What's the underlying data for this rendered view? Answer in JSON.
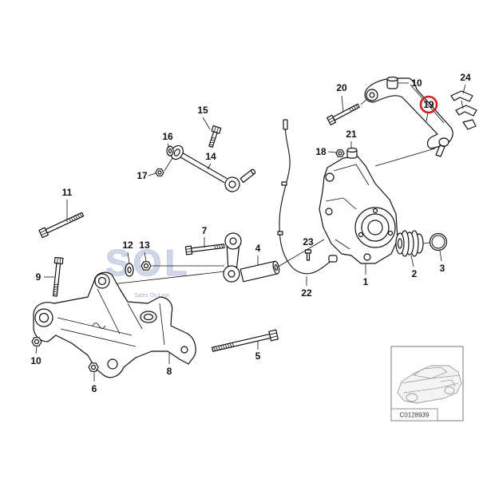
{
  "diagram": {
    "callouts": [
      "20",
      "10",
      "24",
      "19",
      "15",
      "16",
      "14",
      "17",
      "18",
      "21",
      "11",
      "7",
      "12",
      "13",
      "4",
      "23",
      "9",
      "22",
      "1",
      "2",
      "3",
      "10",
      "5",
      "8",
      "6"
    ],
    "inset_code": "C0128939"
  },
  "watermark": {
    "logo": "SOL",
    "tagline": "Sales On Line"
  },
  "colors": {
    "highlight": "#d42020",
    "line": "#111111",
    "watermark": "#a9b6d4"
  }
}
